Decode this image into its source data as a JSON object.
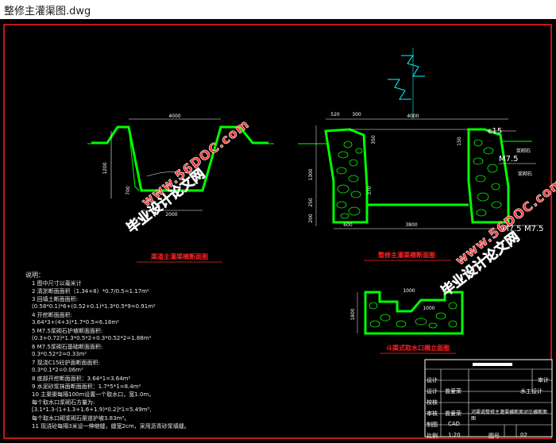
{
  "window": {
    "title": "整修主灌渠图.dwg"
  },
  "colors": {
    "background": "#000000",
    "border": "#ff0000",
    "structure": "#00ff00",
    "caption": "#ff2222",
    "watermark": "#ff3333",
    "dims": "#ffffff",
    "cyan": "#00ffff"
  },
  "drawing": {
    "left_section": {
      "dims": {
        "top_width": "4000",
        "bottom_width": "2000",
        "height": "1200",
        "lower": "700"
      },
      "caption": "渠道主灌渠横断面图"
    },
    "right_section": {
      "dims": {
        "w520": "520",
        "w300": "300",
        "top_width": "4000",
        "bottom_width": "3800",
        "w600": "600",
        "h350": "350",
        "h150": "150",
        "h1300": "1300",
        "h370": "370",
        "h250": "250",
        "h200": "200"
      },
      "labels": {
        "c15": "c15",
        "m75_a": "M7.5",
        "m75_b": "M7.5",
        "m75_c": "M7.5",
        "note_a": "浆砌石",
        "note_b": "浆砌石"
      },
      "caption": "整修主灌渠横断面图"
    },
    "outlet": {
      "dims": {
        "d1000": "1000",
        "d1000b": "1000",
        "d1800": "1800"
      },
      "caption": "斗渠式取水口横立面图"
    }
  },
  "notes": {
    "heading": "说明：",
    "lines": [
      "1 图中尺寸以毫米计",
      "2 清淤断面面积（1.34+8）*0.7/0.5=1.17m²",
      "3 回填土断面面积:",
      "  (0.58*0.1)*6+(0.52+0.1)*1.3*0.5*9=0.91m²",
      "4 开挖断面面积:",
      "  3.64*3+(4+3)*1.7*0.5=6.18m²",
      "5 M7.5浆砌石护坡断面面积:",
      "  (0.3+0.72)*1.3*0.5*2+0.3*0.52*2=1.88m²",
      "6 M7.5浆砌石基础断面面积:",
      "  0.3*0.52*2=0.33m²",
      "7 现浇C15砼护面断面面积:",
      "  0.3*0.1*2=0.06m²",
      "8 底部开挖断面面积：3.64*1=3.64m²",
      "9 水泥砂浆抹面断面面积：1.7*5*1=8.4m²",
      "10 主渠渠每隔100m设置一个取水口，宽1.0m，",
      "   每个取水口浆砌石方量为:",
      "   [3.1*1.3-(1+1.3+1.6+1.9)*0.2]*1=5.49m³,",
      "   每个取水口砌浆砌石渠道护坡3.83m³。",
      "11 现浇砼每隔3米设一伸缩缝，缝宽2cm，采用沥青砂浆填缝。"
    ]
  },
  "title_block": {
    "rows": [
      {
        "c1": "设计",
        "c2": "",
        "c3": "",
        "c4": "审计"
      },
      {
        "c1": "设计",
        "c2": "曾爱荣",
        "c3": "",
        "c4": "水工设计"
      },
      {
        "c1": "校核",
        "c2": "",
        "c3": "",
        "c4": ""
      },
      {
        "c1": "审核",
        "c2": "曾爱荣",
        "c3": "河渠道整修主灌渠横断面对比横断面图",
        "c4": ""
      },
      {
        "c1": "制图",
        "c2": "CAD",
        "c3": "",
        "c4": ""
      },
      {
        "c1": "比例",
        "c2": "1:20",
        "c3": "图号",
        "c4": "02"
      }
    ]
  },
  "watermarks": [
    {
      "line1": "毕业设计论文网",
      "line2": "www.56DOC.com"
    },
    {
      "line1": "毕业设计论文网",
      "line2": "www.56DOC.com"
    }
  ]
}
